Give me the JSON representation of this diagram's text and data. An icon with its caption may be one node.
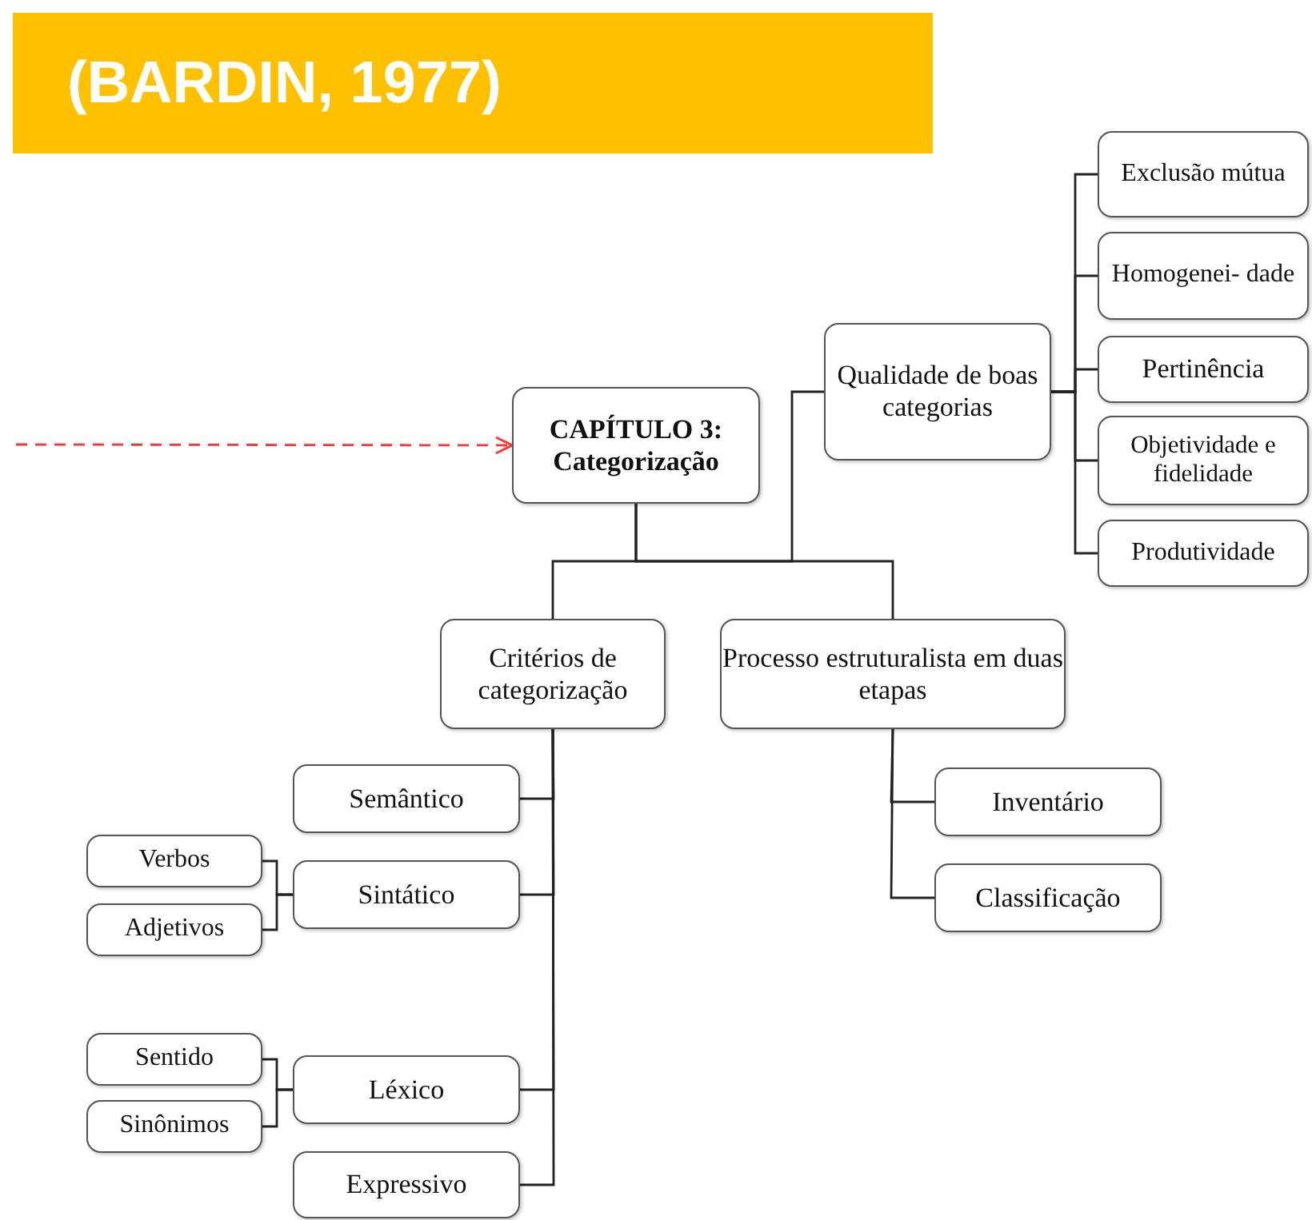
{
  "diagram": {
    "title": "(BARDIN, 1977)",
    "nodes": [
      {
        "text": [
          "CAPÍTULO 3: Categorização"
        ]
      },
      {
        "text": [
          "Qualidade de boas categorias"
        ]
      },
      {
        "text": [
          "Exclusão mútua"
        ]
      },
      {
        "text": [
          "Homogenei- dade"
        ]
      },
      {
        "text": [
          "Pertinência"
        ]
      },
      {
        "text": [
          "Objetividade e fidelidade"
        ]
      },
      {
        "text": [
          "Produtividade"
        ]
      },
      {
        "text": [
          "Critérios de categorização"
        ]
      },
      {
        "text": [
          "Processo estruturalista em duas etapas"
        ]
      },
      {
        "text": [
          "Semântico"
        ]
      },
      {
        "text": [
          "Verbos"
        ]
      },
      {
        "text": [
          "Sintático"
        ]
      },
      {
        "text": [
          "Adjetivos"
        ]
      },
      {
        "text": [
          "Inventário"
        ]
      },
      {
        "text": [
          "Classificação"
        ]
      },
      {
        "text": [
          "Sentido"
        ]
      },
      {
        "text": [
          "Sinônimos"
        ]
      },
      {
        "text": [
          "Léxico"
        ]
      },
      {
        "text": [
          "Expressivo"
        ]
      }
    ],
    "edges": [
      {
        "from": null,
        "to": 0,
        "arrow": "to",
        "style": "dashed",
        "color": "#ff3333"
      },
      {
        "from": 0,
        "to": 1,
        "arrow": "none"
      },
      {
        "from": 0,
        "to": 7,
        "arrow": "none"
      },
      {
        "from": 0,
        "to": 8,
        "arrow": "none"
      },
      {
        "from": 1,
        "to": 2,
        "arrow": "none"
      },
      {
        "from": 1,
        "to": 3,
        "arrow": "none"
      },
      {
        "from": 1,
        "to": 4,
        "arrow": "none"
      },
      {
        "from": 1,
        "to": 5,
        "arrow": "none"
      },
      {
        "from": 1,
        "to": 6,
        "arrow": "none"
      },
      {
        "from": 7,
        "to": 9,
        "arrow": "none"
      },
      {
        "from": 7,
        "to": 11,
        "arrow": "none"
      },
      {
        "from": 7,
        "to": 17,
        "arrow": "none"
      },
      {
        "from": 7,
        "to": 18,
        "arrow": "none"
      },
      {
        "from": 11,
        "to": 10,
        "arrow": "none"
      },
      {
        "from": 11,
        "to": 12,
        "arrow": "none"
      },
      {
        "from": 8,
        "to": 13,
        "arrow": "none"
      },
      {
        "from": 8,
        "to": 14,
        "arrow": "none"
      },
      {
        "from": 17,
        "to": 15,
        "arrow": "none"
      },
      {
        "from": 17,
        "to": 16,
        "arrow": "none"
      }
    ]
  }
}
